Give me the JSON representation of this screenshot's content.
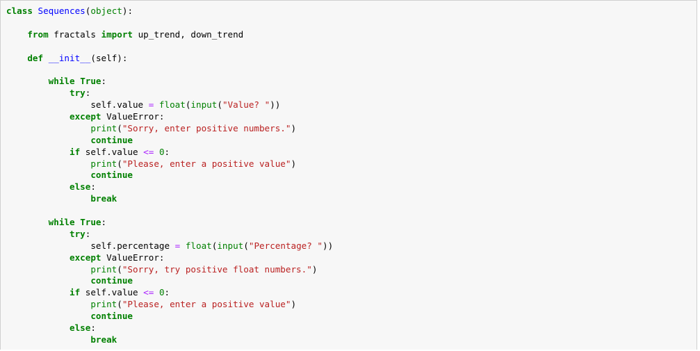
{
  "notebook": {
    "code_cell": {
      "lines": [
        [
          {
            "t": "kw",
            "v": "class"
          },
          {
            "t": "tx",
            "v": " "
          },
          {
            "t": "nm",
            "v": "Sequences"
          },
          {
            "t": "tx",
            "v": "("
          },
          {
            "t": "bi",
            "v": "object"
          },
          {
            "t": "tx",
            "v": "):"
          }
        ],
        [],
        [
          {
            "t": "tx",
            "v": "    "
          },
          {
            "t": "kw",
            "v": "from"
          },
          {
            "t": "tx",
            "v": " fractals "
          },
          {
            "t": "kw",
            "v": "import"
          },
          {
            "t": "tx",
            "v": " up_trend, down_trend"
          }
        ],
        [],
        [
          {
            "t": "tx",
            "v": "    "
          },
          {
            "t": "kw",
            "v": "def"
          },
          {
            "t": "tx",
            "v": " "
          },
          {
            "t": "nm",
            "v": "__init__"
          },
          {
            "t": "tx",
            "v": "(self):"
          }
        ],
        [],
        [
          {
            "t": "tx",
            "v": "        "
          },
          {
            "t": "kw",
            "v": "while"
          },
          {
            "t": "tx",
            "v": " "
          },
          {
            "t": "kw",
            "v": "True"
          },
          {
            "t": "tx",
            "v": ":"
          }
        ],
        [
          {
            "t": "tx",
            "v": "            "
          },
          {
            "t": "kw",
            "v": "try"
          },
          {
            "t": "tx",
            "v": ":"
          }
        ],
        [
          {
            "t": "tx",
            "v": "                self.value "
          },
          {
            "t": "op",
            "v": "="
          },
          {
            "t": "tx",
            "v": " "
          },
          {
            "t": "bi",
            "v": "float"
          },
          {
            "t": "tx",
            "v": "("
          },
          {
            "t": "bi",
            "v": "input"
          },
          {
            "t": "tx",
            "v": "("
          },
          {
            "t": "st",
            "v": "\"Value? \""
          },
          {
            "t": "tx",
            "v": "))"
          }
        ],
        [
          {
            "t": "tx",
            "v": "            "
          },
          {
            "t": "kw",
            "v": "except"
          },
          {
            "t": "tx",
            "v": " ValueError:"
          }
        ],
        [
          {
            "t": "tx",
            "v": "                "
          },
          {
            "t": "bi",
            "v": "print"
          },
          {
            "t": "tx",
            "v": "("
          },
          {
            "t": "st",
            "v": "\"Sorry, enter positive numbers.\""
          },
          {
            "t": "tx",
            "v": ")"
          }
        ],
        [
          {
            "t": "tx",
            "v": "                "
          },
          {
            "t": "kw",
            "v": "continue"
          }
        ],
        [
          {
            "t": "tx",
            "v": "            "
          },
          {
            "t": "kw",
            "v": "if"
          },
          {
            "t": "tx",
            "v": " self.value "
          },
          {
            "t": "op",
            "v": "<="
          },
          {
            "t": "tx",
            "v": " "
          },
          {
            "t": "nu",
            "v": "0"
          },
          {
            "t": "tx",
            "v": ":"
          }
        ],
        [
          {
            "t": "tx",
            "v": "                "
          },
          {
            "t": "bi",
            "v": "print"
          },
          {
            "t": "tx",
            "v": "("
          },
          {
            "t": "st",
            "v": "\"Please, enter a positive value\""
          },
          {
            "t": "tx",
            "v": ")"
          }
        ],
        [
          {
            "t": "tx",
            "v": "                "
          },
          {
            "t": "kw",
            "v": "continue"
          }
        ],
        [
          {
            "t": "tx",
            "v": "            "
          },
          {
            "t": "kw",
            "v": "else"
          },
          {
            "t": "tx",
            "v": ":"
          }
        ],
        [
          {
            "t": "tx",
            "v": "                "
          },
          {
            "t": "kw",
            "v": "break"
          }
        ],
        [],
        [
          {
            "t": "tx",
            "v": "        "
          },
          {
            "t": "kw",
            "v": "while"
          },
          {
            "t": "tx",
            "v": " "
          },
          {
            "t": "kw",
            "v": "True"
          },
          {
            "t": "tx",
            "v": ":"
          }
        ],
        [
          {
            "t": "tx",
            "v": "            "
          },
          {
            "t": "kw",
            "v": "try"
          },
          {
            "t": "tx",
            "v": ":"
          }
        ],
        [
          {
            "t": "tx",
            "v": "                self.percentage "
          },
          {
            "t": "op",
            "v": "="
          },
          {
            "t": "tx",
            "v": " "
          },
          {
            "t": "bi",
            "v": "float"
          },
          {
            "t": "tx",
            "v": "("
          },
          {
            "t": "bi",
            "v": "input"
          },
          {
            "t": "tx",
            "v": "("
          },
          {
            "t": "st",
            "v": "\"Percentage? \""
          },
          {
            "t": "tx",
            "v": "))"
          }
        ],
        [
          {
            "t": "tx",
            "v": "            "
          },
          {
            "t": "kw",
            "v": "except"
          },
          {
            "t": "tx",
            "v": " ValueError:"
          }
        ],
        [
          {
            "t": "tx",
            "v": "                "
          },
          {
            "t": "bi",
            "v": "print"
          },
          {
            "t": "tx",
            "v": "("
          },
          {
            "t": "st",
            "v": "\"Sorry, try positive float numbers.\""
          },
          {
            "t": "tx",
            "v": ")"
          }
        ],
        [
          {
            "t": "tx",
            "v": "                "
          },
          {
            "t": "kw",
            "v": "continue"
          }
        ],
        [
          {
            "t": "tx",
            "v": "            "
          },
          {
            "t": "kw",
            "v": "if"
          },
          {
            "t": "tx",
            "v": " self.value "
          },
          {
            "t": "op",
            "v": "<="
          },
          {
            "t": "tx",
            "v": " "
          },
          {
            "t": "nu",
            "v": "0"
          },
          {
            "t": "tx",
            "v": ":"
          }
        ],
        [
          {
            "t": "tx",
            "v": "                "
          },
          {
            "t": "bi",
            "v": "print"
          },
          {
            "t": "tx",
            "v": "("
          },
          {
            "t": "st",
            "v": "\"Please, enter a positive value\""
          },
          {
            "t": "tx",
            "v": ")"
          }
        ],
        [
          {
            "t": "tx",
            "v": "                "
          },
          {
            "t": "kw",
            "v": "continue"
          }
        ],
        [
          {
            "t": "tx",
            "v": "            "
          },
          {
            "t": "kw",
            "v": "else"
          },
          {
            "t": "tx",
            "v": ":"
          }
        ],
        [
          {
            "t": "tx",
            "v": "                "
          },
          {
            "t": "kw",
            "v": "break"
          }
        ]
      ]
    },
    "colors": {
      "keyword": "#008000",
      "name": "#0000ff",
      "builtin": "#008000",
      "string": "#ba2121",
      "operator": "#aa22ff",
      "number": "#008000",
      "cell_background": "#f7f7f7",
      "cell_border": "#cfcfcf"
    }
  }
}
